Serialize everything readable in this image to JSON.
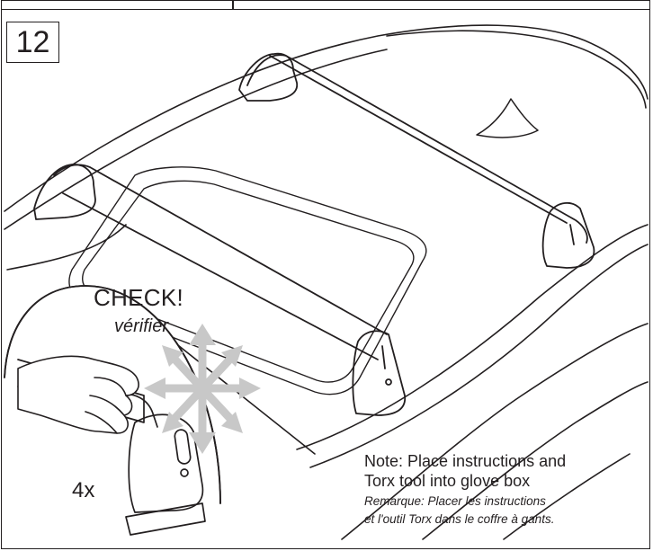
{
  "step": {
    "number": "12"
  },
  "callout": {
    "title": "CHECK!",
    "subtitle": "vérifier",
    "quantity": "4x"
  },
  "note": {
    "en_line1": "Note: Place instructions and",
    "en_line2": "Torx tool into glove box",
    "fr_line1": "Remarque: Placer les instructions",
    "fr_line2": "et l'outil Torx dans le coffre à gants."
  },
  "colors": {
    "ink": "#231f20",
    "arrow_gray": "#c8c8c8",
    "background": "#ffffff"
  }
}
